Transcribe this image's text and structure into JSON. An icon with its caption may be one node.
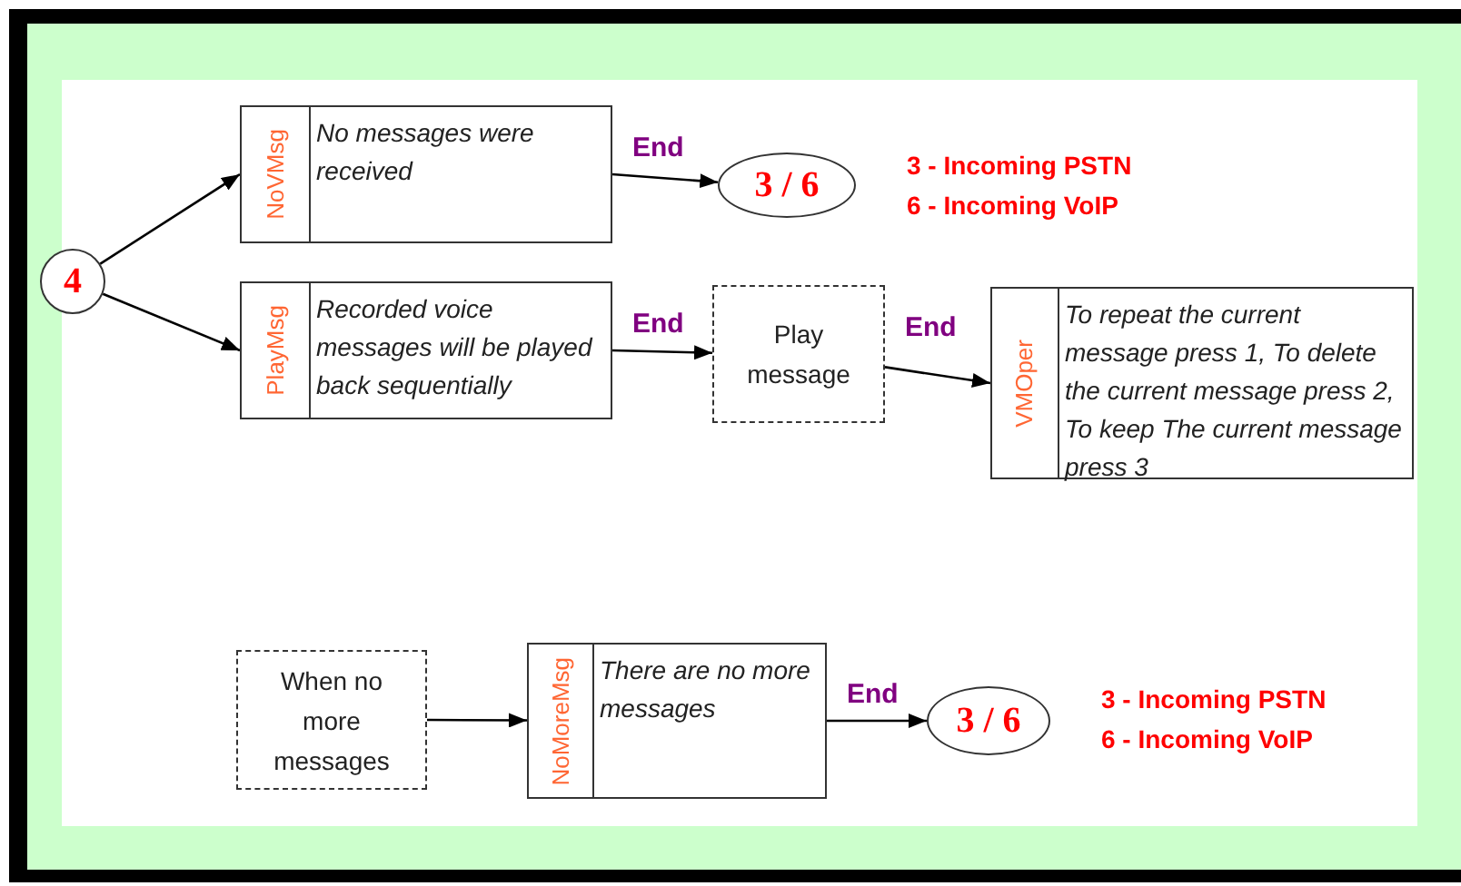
{
  "diagram": {
    "nodes": [
      {
        "text": [
          "4"
        ]
      },
      {
        "text": [
          "NoVMsg",
          "No messages were received"
        ]
      },
      {
        "text": [
          "3 / 6"
        ],
        "beside": [
          "3 - Incoming PSTN",
          "6 - Incoming VoIP"
        ]
      },
      {
        "text": [
          "PlayMsg",
          "Recorded voice messages will be played back sequentially"
        ]
      },
      {
        "text": [
          "Play message"
        ]
      },
      {
        "text": [
          "VMOper",
          "To repeat the current message press 1, To delete the current message press 2, To keep The current message press 3"
        ]
      },
      {
        "text": [
          "When no more messages"
        ]
      },
      {
        "text": [
          "NoMoreMsg",
          "There are no more messages"
        ]
      },
      {
        "text": [
          "3 / 6"
        ],
        "beside": [
          "3 - Incoming PSTN",
          "6 - Incoming VoIP"
        ]
      }
    ],
    "edges": [
      {
        "from": 0,
        "to": 1,
        "arrow": "to"
      },
      {
        "from": 0,
        "to": 3,
        "arrow": "to"
      },
      {
        "from": 1,
        "to": 2,
        "arrow": "to",
        "label": "End"
      },
      {
        "from": 3,
        "to": 4,
        "arrow": "to",
        "label": "End"
      },
      {
        "from": 4,
        "to": 5,
        "arrow": "to",
        "label": "End"
      },
      {
        "from": 6,
        "to": 7,
        "arrow": "to"
      },
      {
        "from": 7,
        "to": 8,
        "arrow": "to",
        "label": "End"
      }
    ]
  }
}
